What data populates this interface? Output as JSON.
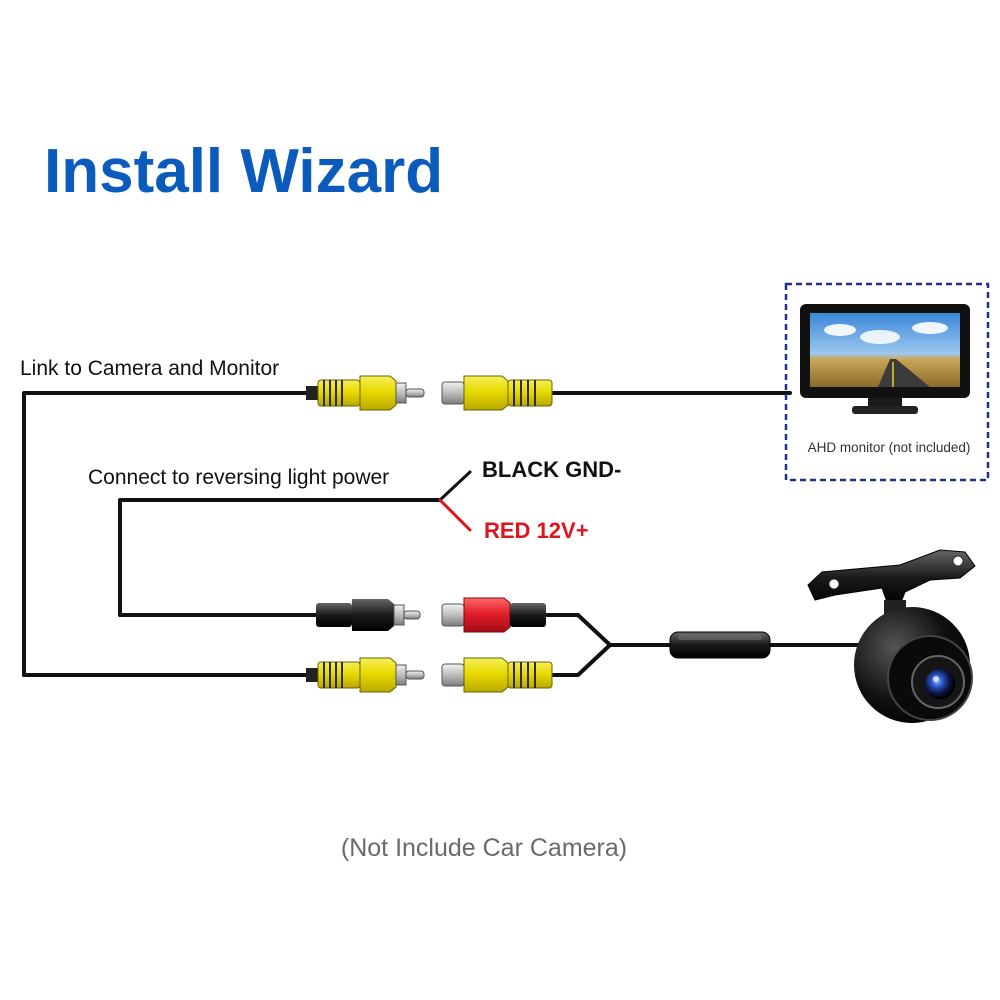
{
  "title": "Install Wizard",
  "labels": {
    "link_camera_monitor": "Link to Camera and Monitor",
    "reversing_power": "Connect to reversing light power",
    "black_gnd": "BLACK GND-",
    "red_12v": "RED 12V+",
    "monitor_caption": "AHD monitor (not included)"
  },
  "footer_note": "(Not Include Car Camera)",
  "colors": {
    "title_blue": "#0b5bbd",
    "rca_yellow": "#e7d800",
    "rca_red": "#e21e2a",
    "red_text": "#e0141c",
    "cable_black": "#111111",
    "dashed_border": "#1f2f8f"
  },
  "icons": [
    "rca-plug-icon",
    "rca-socket-icon",
    "monitor-icon",
    "camera-icon"
  ]
}
